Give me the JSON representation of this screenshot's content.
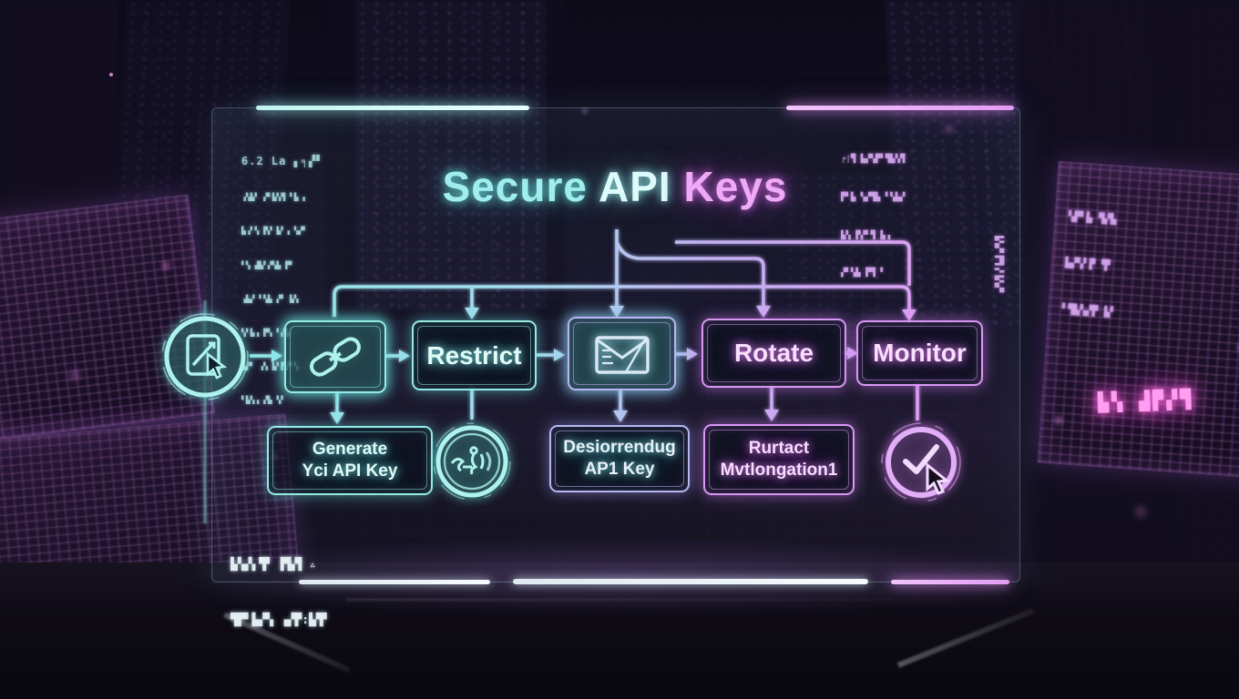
{
  "title": {
    "word1": "Secure",
    "word2": "API",
    "word3": "Keys"
  },
  "colors": {
    "cyan_accent": "#96ebe7",
    "purple_accent": "#d898f4",
    "title_cyan": "#9feeed",
    "title_pink": "#eeaaf6",
    "background": "#151126"
  },
  "flow": {
    "start": {
      "icon": "document-cursor-icon"
    },
    "chain": {
      "icon": "chain-link-icon"
    },
    "restrict": {
      "label": "Restrict"
    },
    "envelope": {
      "icon": "envelope-icon"
    },
    "rotate": {
      "label": "Rotate"
    },
    "monitor": {
      "label": "Monitor"
    },
    "generate": {
      "line1": "Generate",
      "line2": "Yci API Key"
    },
    "badge": {
      "icon": "scribble-badge-icon"
    },
    "describe": {
      "line1": "Desiorrendug",
      "line2": "AP1 Key"
    },
    "rurtact": {
      "line1": "Rurtact",
      "line2": "Mvtlongation1"
    },
    "done": {
      "icon": "check-cursor-icon"
    }
  },
  "decor": {
    "top_left": {
      "header": "6.2 La ▖╕▞▘",
      "lines": [
        "▗▚▙▘ ▞▘▙▚▜ ▘▙ ▖",
        "▙▗▘▚ ▛▞ ▙▘▗ ▚▞▘",
        "▘▚ ▟▙▘▞▚▙ ▛▘",
        "▗▙▞ ▘▚▙ ▞▘ ▙▚",
        "▚▘▙▗ ▛▚ ▘▞▙",
        "▙▞▘ ▗▚ ▙▘▛▞▘▚",
        "▘▙▚▗ ▞▙ ▚▘"
      ]
    },
    "top_right": {
      "lines": [
        "╒|▜ ▙▞▚▛▘▜▙▚▜",
        "▛▘▙ ▚▞▜▙ ▘▚▙▞",
        "▙▚ ▛▞▘▜ ▙▗",
        "▞▘▚▙ ▛▜ ▘"
      ],
      "vertical": "▙▚▞▘▛▜▗▘▙▚▞▘"
    },
    "bottom_left": {
      "lines": [
        "▙▚▞▖▜▘ ▛▙▜ ▵",
        "▜▛▘▙▞▚ ▗▞▛:▙▜▘"
      ]
    },
    "billboard_lines": [
      "▚▛▘▙ ▜▞▙",
      "▙▞▚▘▛ ▜▘",
      "▘▜▙▚▞▛ ▙▘"
    ],
    "neon_sign": "▙▚ ▟▛▞▜"
  }
}
